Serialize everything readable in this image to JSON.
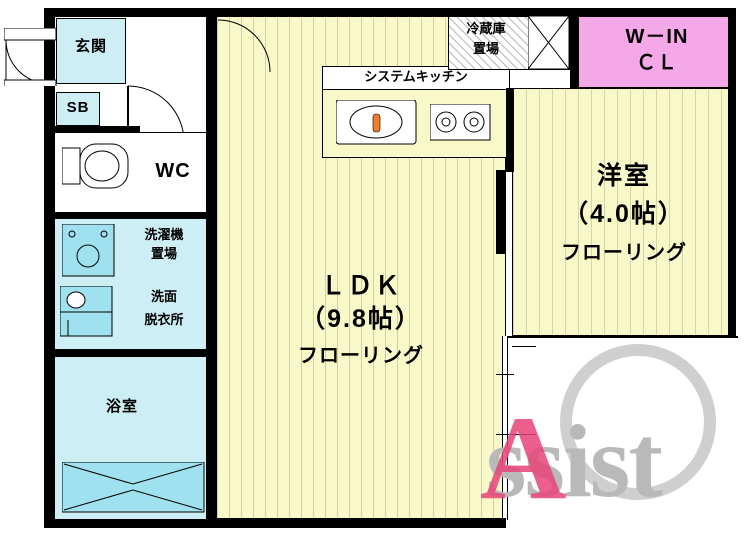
{
  "plan": {
    "title": "apartment-floor-plan",
    "rooms": [
      {
        "key": "genkan",
        "label": "玄関",
        "label_lines": [
          "玄関"
        ]
      },
      {
        "key": "sb",
        "label": "SB",
        "label_lines": [
          "SB"
        ]
      },
      {
        "key": "wc",
        "label": "WC",
        "label_lines": [
          "WC"
        ]
      },
      {
        "key": "washer",
        "label": "洗濯機置場",
        "label_lines": [
          "洗濯機",
          "置場"
        ]
      },
      {
        "key": "washroom",
        "label": "洗面脱衣所",
        "label_lines": [
          "洗面",
          "脱衣所"
        ]
      },
      {
        "key": "bathroom",
        "label": "浴室",
        "label_lines": [
          "浴室"
        ]
      },
      {
        "key": "ldk",
        "label": "LDK（9.8帖）フローリング",
        "label_lines": [
          "ＬＤＫ",
          "（9.8帖）",
          "フローリング"
        ]
      },
      {
        "key": "kitchen",
        "label": "システムキッチン",
        "label_lines": [
          "システムキッチン"
        ]
      },
      {
        "key": "fridge",
        "label": "冷蔵庫置場",
        "label_lines": [
          "冷蔵庫",
          "置場"
        ]
      },
      {
        "key": "western_room",
        "label": "洋室（4.0帖）フローリング",
        "label_lines": [
          "洋室",
          "（4.0帖）",
          "フローリング"
        ]
      },
      {
        "key": "walkin_closet",
        "label": "W－IN CL",
        "label_lines": [
          "W－IN",
          "ＣＬ"
        ]
      }
    ],
    "labels": {
      "genkan": "玄関",
      "sb": "SB",
      "wc": "WC",
      "washer_1": "洗濯機",
      "washer_2": "置場",
      "washroom_1": "洗面",
      "washroom_2": "脱衣所",
      "bathroom": "浴室",
      "ldk_1": "ＬＤＫ",
      "ldk_2": "（9.8帖）",
      "ldk_3": "フローリング",
      "kitchen": "システムキッチン",
      "fridge_1": "冷蔵庫",
      "fridge_2": "置場",
      "western_1": "洋室",
      "western_2": "（4.0帖）",
      "western_3": "フローリング",
      "walkin_1": "W－IN",
      "walkin_2": "ＣＬ"
    },
    "watermark": {
      "text": "Assist",
      "color": "#c8c8c8",
      "accent_color": "#e8447a"
    },
    "colors": {
      "floor_ldk": "#f8f8c8",
      "water_area": "#cdeef4",
      "closet_pink": "#f4a8e8",
      "wall": "#000000",
      "outline": "#000000"
    }
  }
}
